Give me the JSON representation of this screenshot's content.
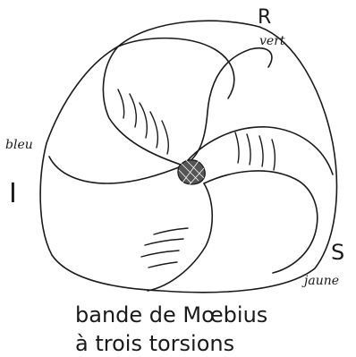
{
  "labels": {
    "vertex_R": "R",
    "color_R": "vert",
    "vertex_I": "I",
    "color_I": "bleu",
    "vertex_S": "S",
    "color_S": "jaune"
  },
  "caption": {
    "line1": "bande de Mœbius",
    "line2": "à trois torsions"
  }
}
